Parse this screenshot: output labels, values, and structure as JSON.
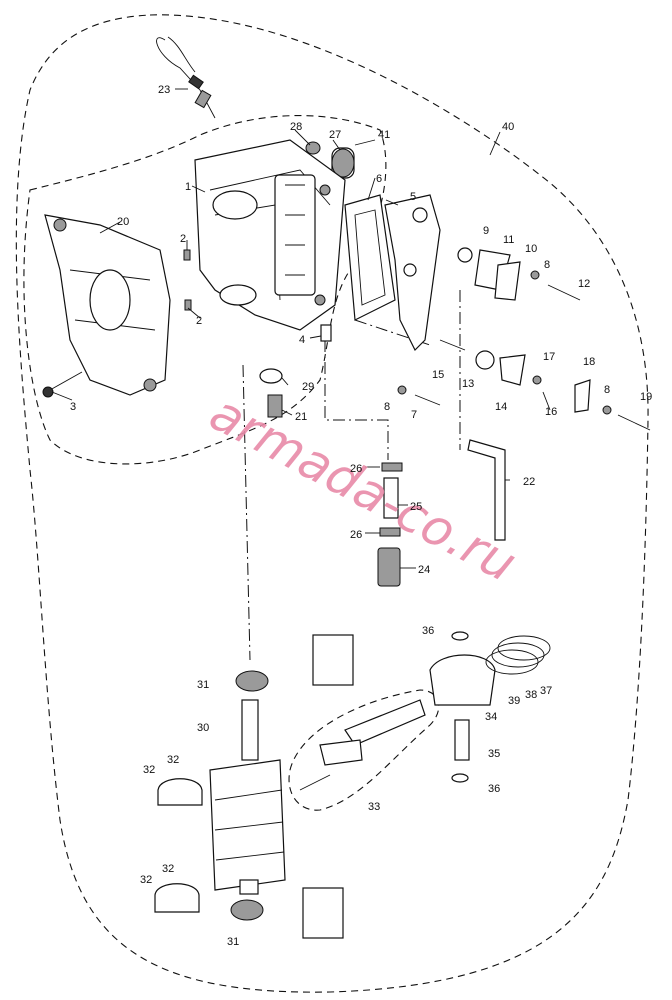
{
  "watermark": "armada-co.ru",
  "callouts": {
    "c1": "1",
    "c2a": "2",
    "c2b": "2",
    "c3": "3",
    "c4": "4",
    "c5": "5",
    "c6": "6",
    "c7": "7",
    "c8a": "8",
    "c8b": "8",
    "c8c": "8",
    "c9": "9",
    "c10": "10",
    "c11": "11",
    "c12": "12",
    "c13": "13",
    "c14": "14",
    "c15": "15",
    "c16": "16",
    "c17": "17",
    "c18": "18",
    "c19": "19",
    "c20": "20",
    "c21": "21",
    "c22": "22",
    "c23": "23",
    "c24": "24",
    "c25": "25",
    "c26a": "26",
    "c26b": "26",
    "c27": "27",
    "c28": "28",
    "c29": "29",
    "c30": "30",
    "c31a": "31",
    "c31b": "31",
    "c32a": "32",
    "c32b": "32",
    "c32c": "32",
    "c32d": "32",
    "c33": "33",
    "c34": "34",
    "c35": "35",
    "c36a": "36",
    "c36b": "36",
    "c37": "37",
    "c38": "38",
    "c39": "39",
    "c40": "40",
    "c41": "41"
  }
}
